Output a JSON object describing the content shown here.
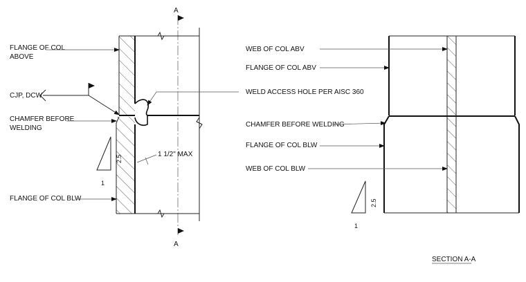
{
  "left_detail": {
    "section_marker_top": "A",
    "section_marker_bottom": "A",
    "labels": {
      "flange_above": "FLANGE OF COL",
      "flange_above_2": "ABOVE",
      "weld_symbol": "CJP, DCW",
      "chamfer": "CHAMFER BEFORE",
      "chamfer_2": "WELDING",
      "flange_below": "FLANGE OF COL  BLW",
      "weld_access": "WELD ACCESS HOLE PER AISC 360",
      "max_dim": "1 1/2\" MAX",
      "slope_rise": "2.5",
      "slope_run": "1"
    }
  },
  "right_detail": {
    "labels": {
      "web_above": "WEB OF COL  ABV",
      "flange_above": "FLANGE OF COL  ABV",
      "chamfer": "CHAMFER BEFORE WELDING",
      "flange_below": "FLANGE OF COL  BLW",
      "web_below": "WEB OF COL BLW",
      "slope_rise": "2.5",
      "slope_run": "1"
    },
    "section_title": "SECTION A-A"
  }
}
